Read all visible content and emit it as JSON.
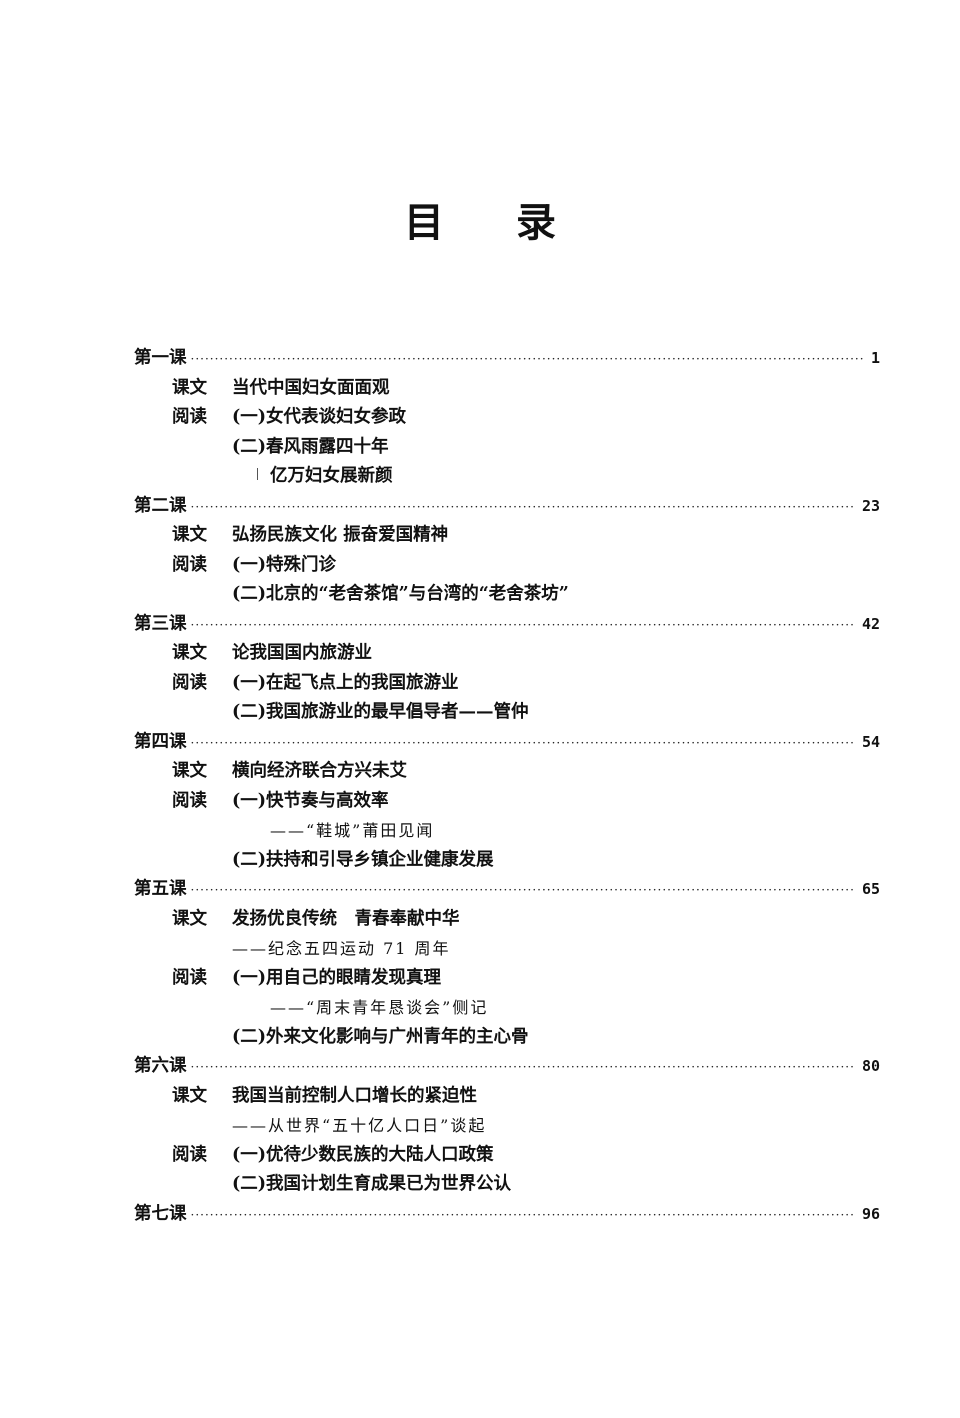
{
  "page": {
    "title_chars": [
      "目",
      "录"
    ]
  },
  "toc": {
    "lessons": [
      {
        "label": "第一课",
        "page": "1",
        "lines": [
          {
            "kind": "课文",
            "text": "当代中国妇女面面观"
          },
          {
            "kind": "阅读",
            "text": "(一)女代表谈妇女参政"
          },
          {
            "kind": "",
            "text": "(二)春风雨露四十年"
          },
          {
            "kind": "",
            "text": "亿万妇女展新颜",
            "style": "cont"
          }
        ]
      },
      {
        "label": "第二课",
        "page": "23",
        "lines": [
          {
            "kind": "课文",
            "text": "弘扬民族文化 振奋爱国精神"
          },
          {
            "kind": "阅读",
            "text": "(一)特殊门诊"
          },
          {
            "kind": "",
            "text": "(二)北京的“老舍茶馆”与台湾的“老舍茶坊”"
          }
        ]
      },
      {
        "label": "第三课",
        "page": "42",
        "lines": [
          {
            "kind": "课文",
            "text": "论我国国内旅游业"
          },
          {
            "kind": "阅读",
            "text": "(一)在起飞点上的我国旅游业"
          },
          {
            "kind": "",
            "text": "(二)我国旅游业的最早倡导者——管仲"
          }
        ]
      },
      {
        "label": "第四课",
        "page": "54",
        "lines": [
          {
            "kind": "课文",
            "text": "横向经济联合方兴未艾"
          },
          {
            "kind": "阅读",
            "text": "(一)快节奏与高效率"
          },
          {
            "kind": "",
            "text": "——“鞋城”莆田见闻",
            "style": "sub2"
          },
          {
            "kind": "",
            "text": "(二)扶持和引导乡镇企业健康发展"
          }
        ]
      },
      {
        "label": "第五课",
        "page": "65",
        "lines": [
          {
            "kind": "课文",
            "text": "发扬优良传统　青春奉献中华"
          },
          {
            "kind": "",
            "text": "——纪念五四运动 71 周年",
            "style": "sub"
          },
          {
            "kind": "阅读",
            "text": "(一)用自己的眼睛发现真理"
          },
          {
            "kind": "",
            "text": "——“周末青年恳谈会”侧记",
            "style": "sub2"
          },
          {
            "kind": "",
            "text": "(二)外来文化影响与广州青年的主心骨"
          }
        ]
      },
      {
        "label": "第六课",
        "page": "80",
        "lines": [
          {
            "kind": "课文",
            "text": "我国当前控制人口增长的紧迫性"
          },
          {
            "kind": "",
            "text": "——从世界“五十亿人口日”谈起",
            "style": "sub"
          },
          {
            "kind": "阅读",
            "text": "(一)优待少数民族的大陆人口政策"
          },
          {
            "kind": "",
            "text": "(二)我国计划生育成果已为世界公认"
          }
        ]
      },
      {
        "label": "第七课",
        "page": "96",
        "lines": []
      }
    ]
  }
}
